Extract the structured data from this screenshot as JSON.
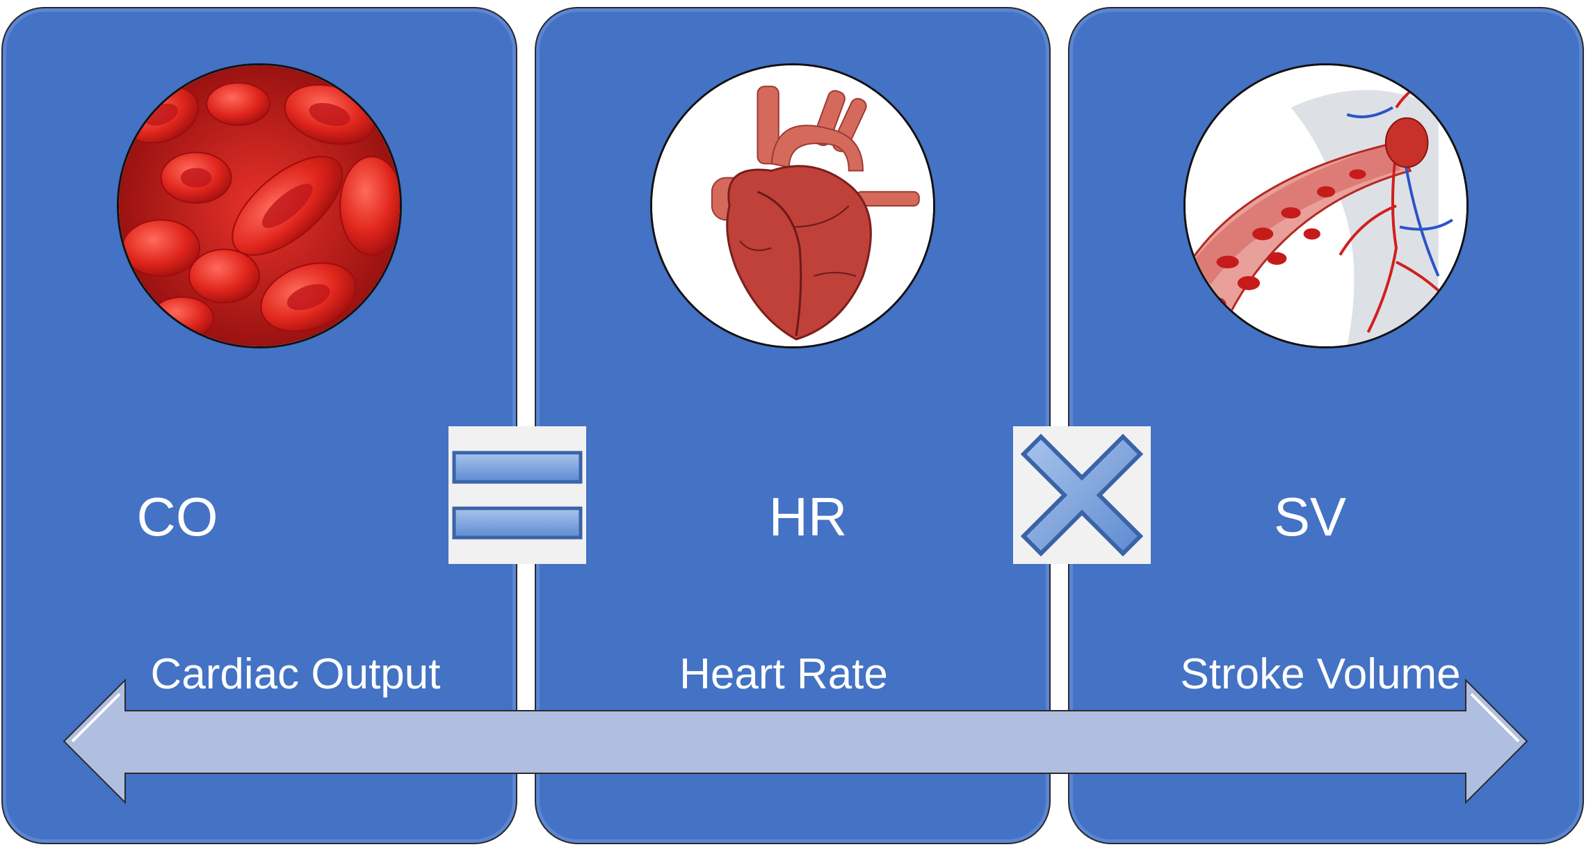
{
  "panels": [
    {
      "abbr": "CO",
      "full": "Cardiac Output",
      "image_icon": "red-blood-cells-icon"
    },
    {
      "abbr": "HR",
      "full": "Heart Rate",
      "image_icon": "heart-icon"
    },
    {
      "abbr": "SV",
      "full": "Stroke Volume",
      "image_icon": "blood-vessel-icon"
    }
  ],
  "operators": [
    {
      "icon": "equals-icon"
    },
    {
      "icon": "multiply-icon"
    }
  ],
  "colors": {
    "panel": "#4472c4",
    "arrow": "#b0bee0",
    "blood": "#d62020",
    "text": "#ffffff"
  }
}
